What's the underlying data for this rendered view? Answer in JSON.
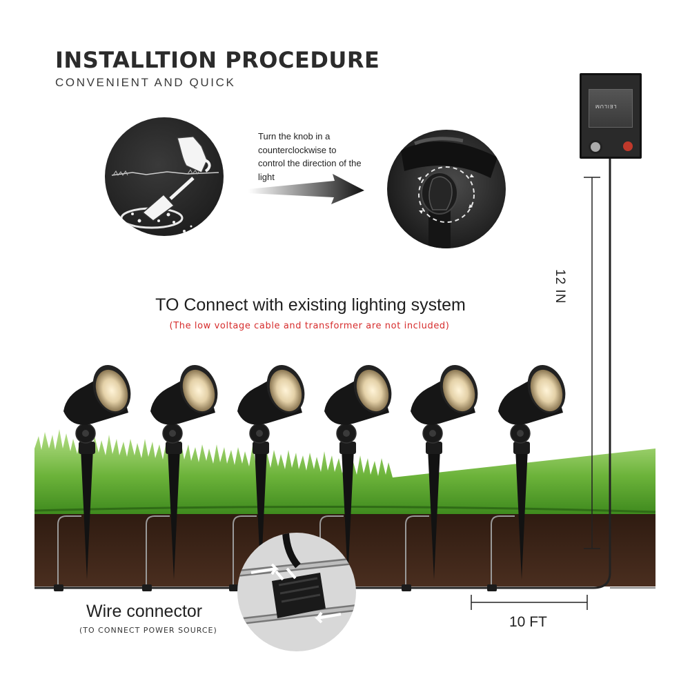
{
  "header": {
    "title": "INSTALLTION PROCEDURE",
    "subtitle": "CONVENIENT AND QUICK"
  },
  "step2": {
    "instruction": "Turn the knob in a counterclockwise to control the direction of the light"
  },
  "connect": {
    "title": "TO Connect with existing lighting system",
    "note": "(The low voltage cable and transformer are not included)"
  },
  "transformer": {
    "brand": "LEILUM"
  },
  "dimensions": {
    "height_label": "12 IN",
    "spacing_label": "10 FT"
  },
  "wire_connector": {
    "title": "Wire connector",
    "subtitle": "(TO CONNECT POWER SOURCE)"
  },
  "colors": {
    "note_red": "#d62b2b",
    "grass_green": "#5aa52a",
    "soil_brown": "#3b2418",
    "fixture_black": "#1b1b1b"
  },
  "icons": [
    "shovel-digging-icon",
    "knob-rotate-icon",
    "arrow-right-icon",
    "spotlight-icon",
    "transformer-icon",
    "wire-connector-icon"
  ]
}
